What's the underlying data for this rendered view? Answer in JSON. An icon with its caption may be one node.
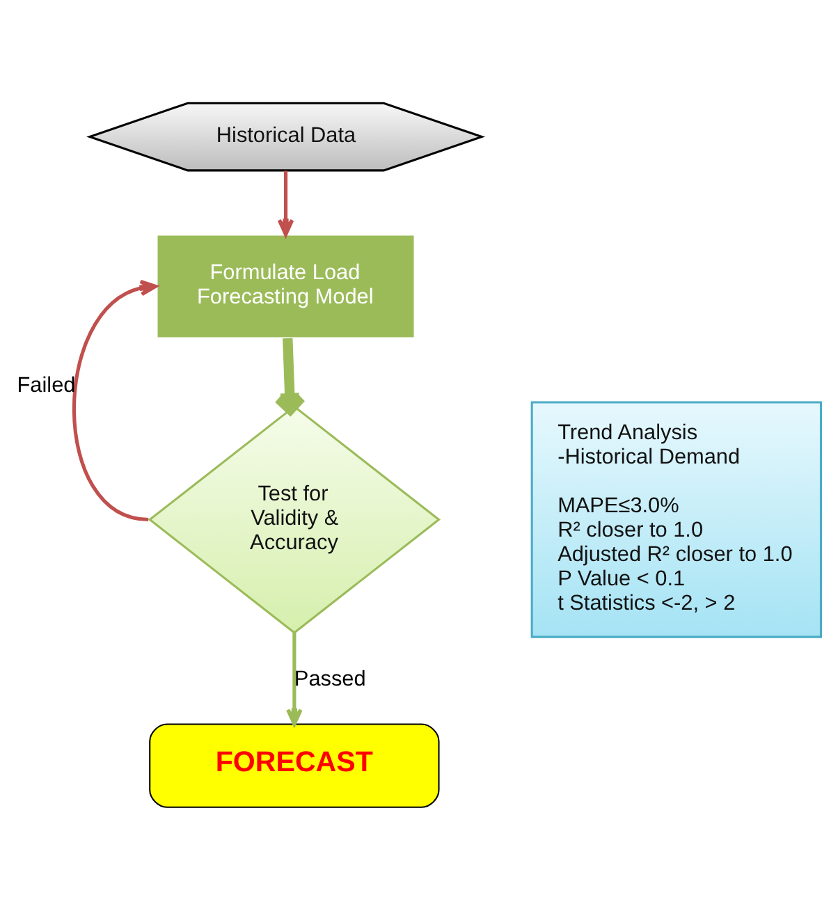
{
  "diagram": {
    "nodes": [
      {
        "text": [
          "Historical Data"
        ]
      },
      {
        "text": [
          "Formulate Load Forecasting Model"
        ]
      },
      {
        "text": [
          "Test for Validity & Accuracy"
        ]
      },
      {
        "text": [
          "FORECAST"
        ]
      },
      {
        "text": [
          "Trend Analysis",
          "-Historical Demand",
          "MAPE≤3.0%",
          "R² closer to 1.0",
          "Adjusted R² closer to 1.0",
          "P Value < 0.1",
          "t Statistics <-2, > 2"
        ]
      }
    ],
    "edges": [
      {
        "from": 0,
        "to": 1,
        "arrow": "to",
        "color": "#c0504d"
      },
      {
        "from": 1,
        "to": 2,
        "arrow": "to",
        "style": "thick",
        "color": "#9bbb59"
      },
      {
        "from": 2,
        "to": 1,
        "arrow": "to",
        "label": "Failed",
        "color": "#c0504d"
      },
      {
        "from": 2,
        "to": 3,
        "arrow": "to",
        "label": "Passed",
        "color": "#9bbb59"
      }
    ]
  }
}
